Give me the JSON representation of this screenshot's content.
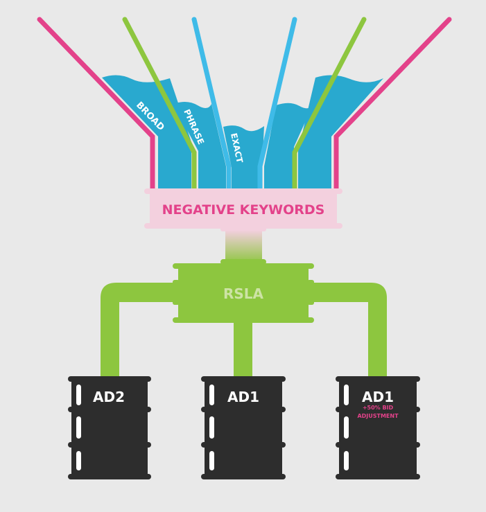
{
  "funnel": {
    "labels": {
      "broad": "BROAD",
      "phrase": "PHRASE",
      "exact": "EXACT"
    }
  },
  "filter": {
    "label": "NEGATIVE KEYWORDS"
  },
  "hub": {
    "label": "RSLA"
  },
  "barrels": [
    {
      "title": "AD2",
      "note": ""
    },
    {
      "title": "AD1",
      "note": ""
    },
    {
      "title": "AD1",
      "note_line1": "+50% BID",
      "note_line2": "ADJUSTMENT"
    }
  ],
  "colors": {
    "background": "#e9e9e9",
    "broad": "#e3428a",
    "phrase": "#8dc63f",
    "exact": "#3fbbe8",
    "water": "#29a9cf",
    "filter": "#f3d0de",
    "hub": "#8dc63f",
    "hub_text": "#cde3a5",
    "barrel": "#2d2d2d"
  }
}
